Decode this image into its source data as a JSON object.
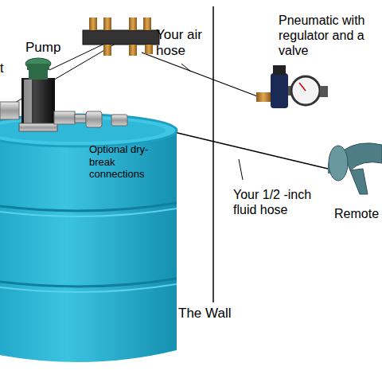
{
  "diagram": {
    "labels": [
      "t",
      "Pump",
      "Your air hose",
      "Pneumatic with regulator and a valve",
      "Optional dry-break connections",
      "Your 1/2 -inch fluid hose",
      "Remote",
      "The Wall"
    ]
  }
}
